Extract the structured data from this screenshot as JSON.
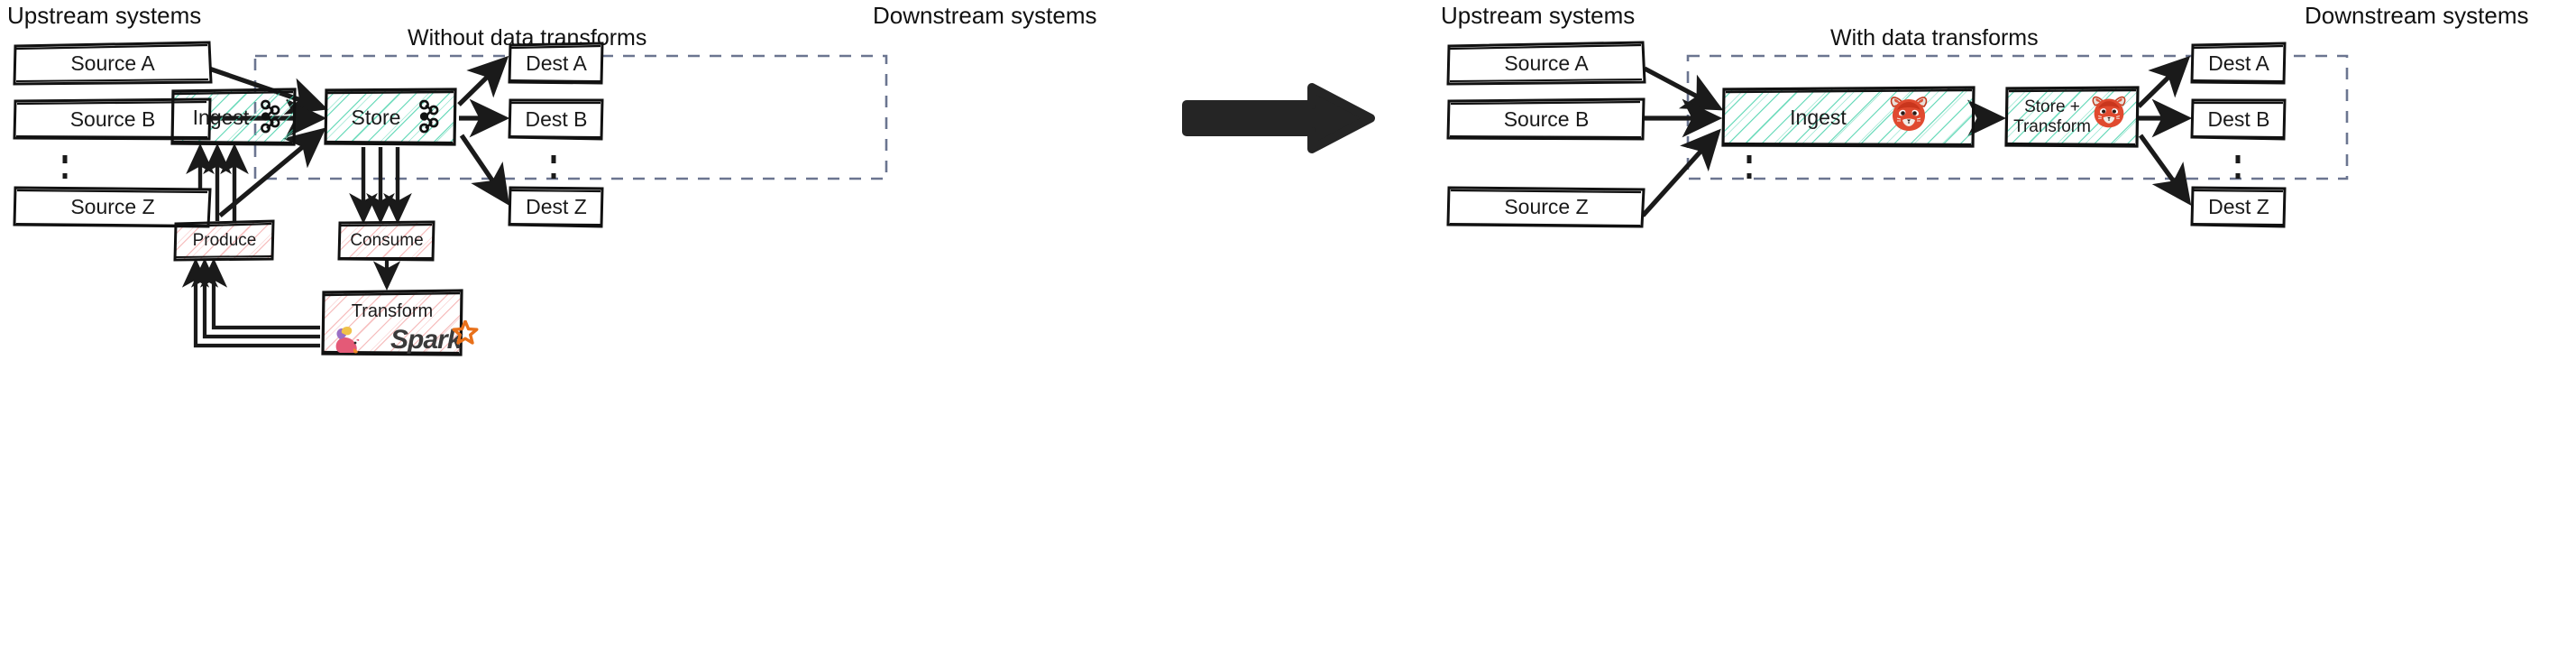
{
  "diagram": {
    "type": "architecture-comparison",
    "panels": [
      {
        "id": "left",
        "title": "Without data transforms",
        "upstream_header": "Upstream systems",
        "downstream_header": "Downstream systems",
        "sources": [
          "Source A",
          "Source B",
          "Source Z"
        ],
        "destinations": [
          "Dest A",
          "Dest B",
          "Dest Z"
        ],
        "pipeline": [
          {
            "label": "Ingest",
            "icon": "kafka-icon",
            "fill": "green"
          },
          {
            "label": "Store",
            "icon": "kafka-icon",
            "fill": "green"
          }
        ],
        "external": [
          {
            "label": "Produce",
            "fill": "pink"
          },
          {
            "label": "Consume",
            "fill": "pink"
          },
          {
            "label": "Transform",
            "fill": "pink",
            "icons": [
              "flink-icon",
              "spark-icon"
            ],
            "spark_text": "Spark"
          }
        ]
      },
      {
        "id": "right",
        "title": "With data transforms",
        "upstream_header": "Upstream systems",
        "downstream_header": "Downstream systems",
        "sources": [
          "Source A",
          "Source B",
          "Source Z"
        ],
        "destinations": [
          "Dest A",
          "Dest B",
          "Dest Z"
        ],
        "pipeline": [
          {
            "label": "Ingest",
            "icon": "redpanda-icon",
            "fill": "green"
          },
          {
            "label": "Store +\nTransform",
            "icon": "redpanda-icon",
            "fill": "green"
          }
        ],
        "external": []
      }
    ],
    "transition_arrow": "big-right-arrow"
  },
  "colors": {
    "ink": "#1a1a1a",
    "green_hatch": "#3ecfa6",
    "pink_hatch": "#f2a3a3",
    "dashed_boundary": "#6b7590",
    "spark_orange": "#e8701a",
    "redpanda_red": "#e04a2f"
  }
}
